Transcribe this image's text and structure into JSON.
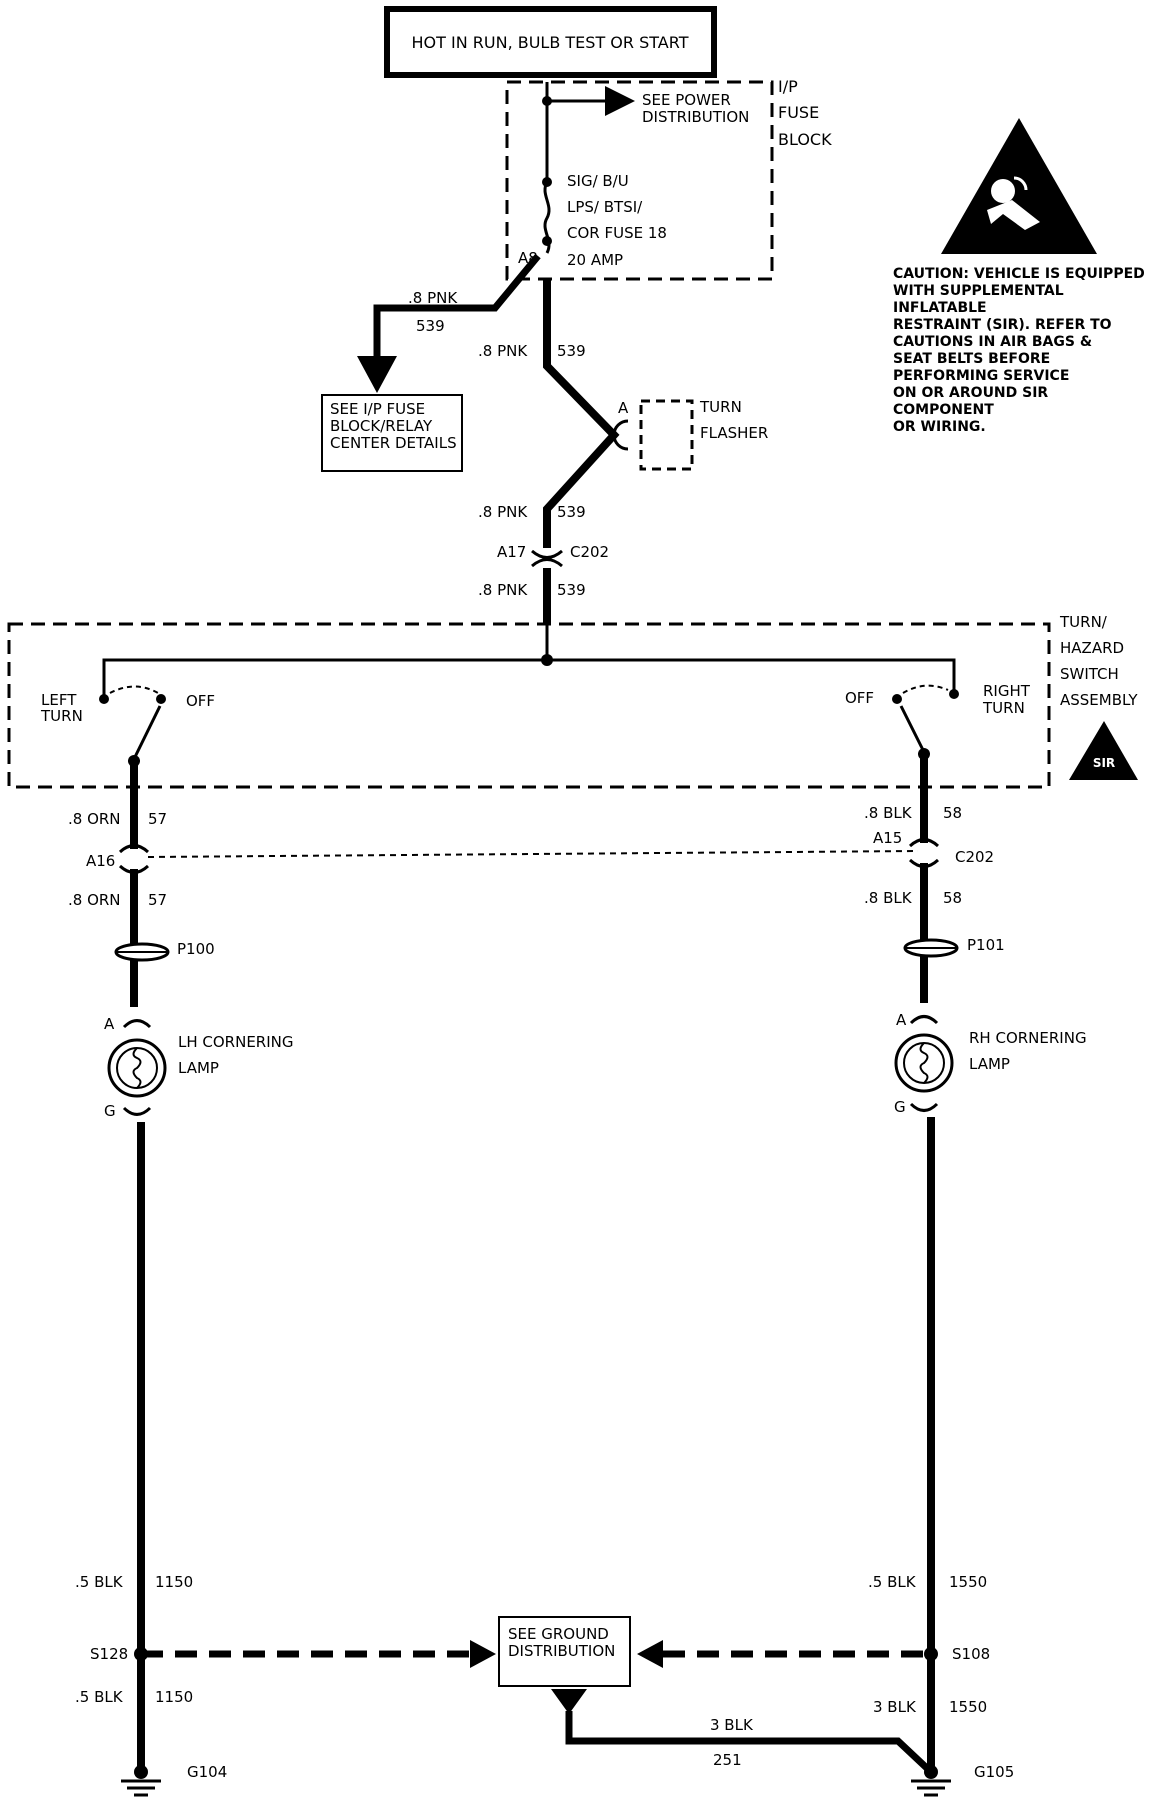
{
  "power_header": "HOT IN RUN, BULB TEST OR START",
  "fuse_block": {
    "title": [
      "I/P",
      "FUSE",
      "BLOCK"
    ],
    "see_power": [
      "SEE POWER",
      "DISTRIBUTION"
    ],
    "fuse_name": [
      "SIG/ B/U",
      "LPS/ BTSI/",
      "COR FUSE 18"
    ],
    "fuse_rating": "20 AMP",
    "terminal": "A8"
  },
  "see_fuse_block": [
    "SEE I/P FUSE",
    "BLOCK/RELAY",
    "CENTER DETAILS"
  ],
  "turn_flasher": {
    "title": [
      "TURN",
      "FLASHER"
    ],
    "terminal": "A"
  },
  "wires": {
    "pnk_gauge": ".8 PNK",
    "pnk_circuit": "539",
    "orn_gauge": ".8 ORN",
    "orn_circuit": "57",
    "blk58_gauge": ".8 BLK",
    "blk58_circuit": "58",
    "lh_gnd_gauge": ".5 BLK",
    "lh_gnd_circuit": "1150",
    "rh_gnd_gauge": ".5 BLK",
    "rh_gnd_circuit": "1550",
    "rh_gnd_lower_gauge": "3 BLK",
    "rh_gnd_lower_circuit": "1550",
    "bottom_gauge": "3 BLK",
    "bottom_circuit": "251"
  },
  "connectors": {
    "c202": "C202",
    "a17": "A17",
    "a16": "A16",
    "a15": "A15",
    "p100": "P100",
    "p101": "P101"
  },
  "switch": {
    "title": [
      "TURN/",
      "HAZARD",
      "SWITCH",
      "ASSEMBLY"
    ],
    "left_turn": [
      "LEFT",
      "TURN"
    ],
    "right_turn": [
      "RIGHT",
      "TURN"
    ],
    "off_left": "OFF",
    "off_right": "OFF"
  },
  "lamps": {
    "lh": [
      "LH CORNERING",
      "LAMP"
    ],
    "rh": [
      "RH CORNERING",
      "LAMP"
    ],
    "term_a": "A",
    "term_g": "G"
  },
  "splices": {
    "s128": "S128",
    "s108": "S108"
  },
  "grounds": {
    "g104": "G104",
    "g105": "G105"
  },
  "ground_dist": [
    "SEE GROUND",
    "DISTRIBUTION"
  ],
  "sir_badge": "SIR",
  "caution_lines": [
    "CAUTION: VEHICLE IS EQUIPPED",
    "WITH SUPPLEMENTAL INFLATABLE",
    "RESTRAINT (SIR). REFER TO",
    "CAUTIONS IN AIR BAGS &",
    "SEAT BELTS BEFORE",
    "PERFORMING SERVICE",
    "ON OR AROUND SIR COMPONENT",
    "OR WIRING."
  ],
  "colors": {
    "ink": "#000000",
    "paper": "#ffffff"
  },
  "icons": [
    "airbag-warning-icon",
    "sir-warning-icon",
    "arrow-right-icon",
    "arrow-down-icon",
    "ground-icon",
    "bulb-icon"
  ]
}
